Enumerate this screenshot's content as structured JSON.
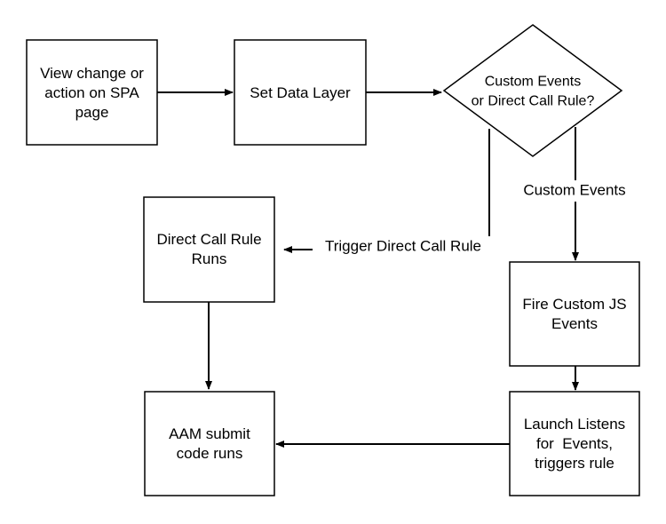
{
  "nodes": {
    "view_change": {
      "lines": [
        "View change or",
        "action on SPA",
        "page"
      ]
    },
    "set_data_layer": {
      "lines": [
        "Set Data Layer"
      ]
    },
    "decision": {
      "lines": [
        "Custom Events",
        "or Direct Call Rule?"
      ]
    },
    "direct_call_runs": {
      "lines": [
        "Direct Call Rule",
        "Runs"
      ]
    },
    "fire_custom": {
      "lines": [
        "Fire Custom JS",
        "Events"
      ]
    },
    "aam_submit": {
      "lines": [
        "AAM submit",
        "code runs"
      ]
    },
    "launch_listens": {
      "lines": [
        "Launch Listens",
        "for  Events,",
        "triggers rule"
      ]
    }
  },
  "edges": {
    "custom_events_label": "Custom Events",
    "trigger_direct_label": "Trigger Direct Call Rule"
  },
  "colors": {
    "stroke": "#000000",
    "fill": "#ffffff"
  }
}
